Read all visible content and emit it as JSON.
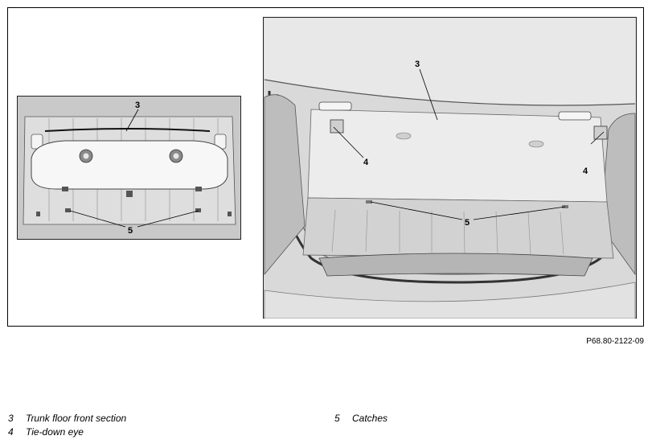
{
  "figure": {
    "image_code": "P68.80-2122-09",
    "callouts": {
      "trunk_floor": "3",
      "tie_down_eye": "4",
      "catches": "5"
    }
  },
  "legend": [
    {
      "number": "3",
      "label": "Trunk floor front section"
    },
    {
      "number": "4",
      "label": "Tie-down eye"
    },
    {
      "number": "5",
      "label": "Catches"
    }
  ]
}
